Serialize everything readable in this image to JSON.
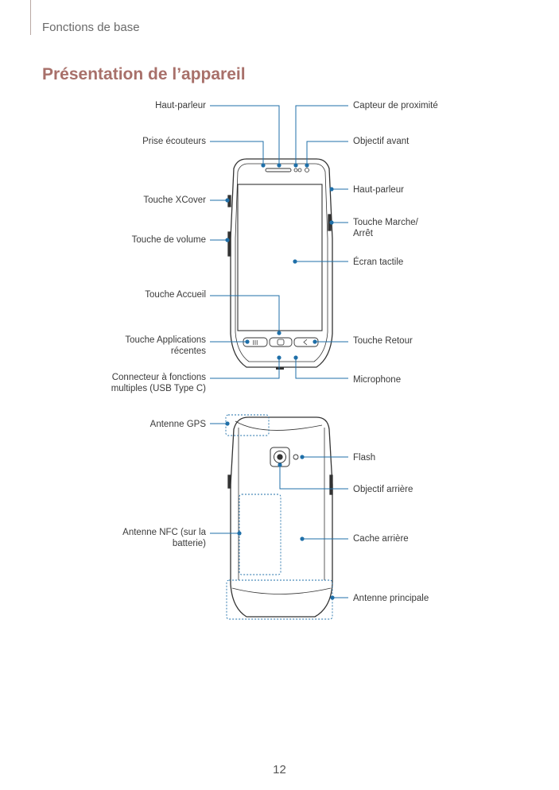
{
  "header": {
    "section": "Fonctions de base"
  },
  "title": "Présentation de l’appareil",
  "front_labels": {
    "left": {
      "speaker_top": "Haut-parleur",
      "headphone_jack": "Prise écouteurs",
      "xcover_key": "Touche XCover",
      "volume_key": "Touche de volume",
      "home_key": "Touche Accueil",
      "recents_key_1": "Touche Applications",
      "recents_key_2": "récentes",
      "usb_1": "Connecteur à fonctions",
      "usb_2": "multiples (USB Type C)"
    },
    "right": {
      "proximity": "Capteur de proximité",
      "front_camera": "Objectif avant",
      "speaker_side": "Haut-parleur",
      "power_key_1": "Touche Marche/",
      "power_key_2": "Arrêt",
      "touchscreen": "Écran tactile",
      "back_key": "Touche Retour",
      "microphone": "Microphone"
    }
  },
  "back_labels": {
    "left": {
      "gps": "Antenne GPS",
      "nfc_1": "Antenne NFC (sur la",
      "nfc_2": "batterie)"
    },
    "right": {
      "flash": "Flash",
      "rear_camera": "Objectif arrière",
      "back_cover": "Cache arrière",
      "main_antenna": "Antenne principale"
    }
  },
  "colors": {
    "title": "#a8706a",
    "callout": "#1f6fa8"
  },
  "page_number": "12"
}
